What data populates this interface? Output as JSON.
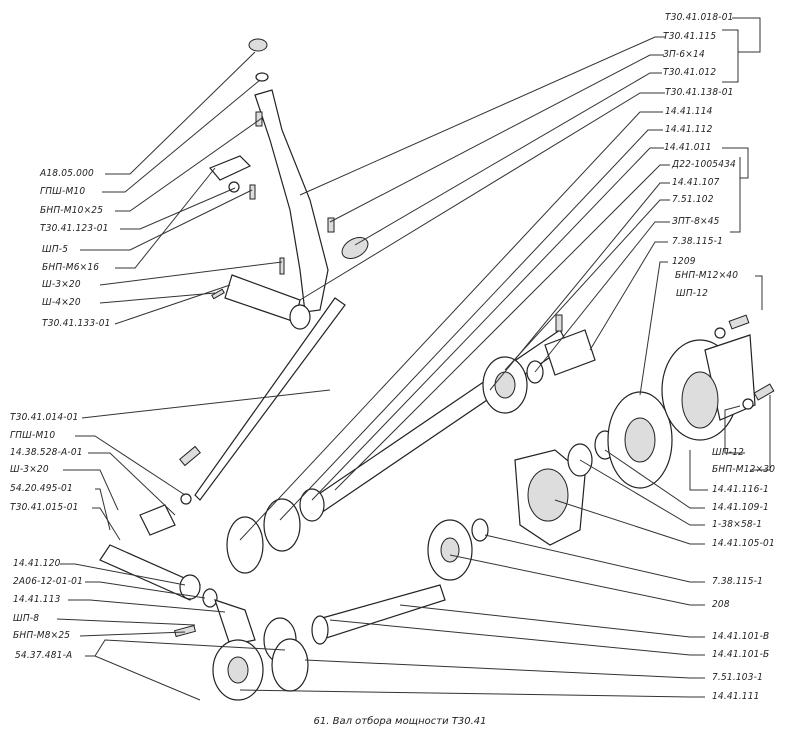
{
  "caption": "61. Вал отбора мощности   Т30.41",
  "labels_left": [
    "А18.05.000",
    "ГПШ-М10",
    "БНП-М10×25",
    "Т30.41.123-01",
    "ШП-5",
    "БНП-М6×16",
    "Ш-3×20",
    "Ш-4×20",
    "Т30.41.133-01",
    "Т30.41.014-01",
    "ГПШ-М10",
    "14.38.528-А-01",
    "Ш-3×20",
    "54.20.495-01",
    "Т30.41.015-01",
    "14.41.120",
    "2А06-12-01-01",
    "14.41.113",
    "ШП-8",
    "БНП-М8×25",
    "54.37.481-А"
  ],
  "labels_right": [
    "Т30.41.018-01",
    "Т30.41.115",
    "ЗП-6×14",
    "Т30.41.012",
    "Т30.41.138-01",
    "14.41.114",
    "14.41.112",
    "14.41.011",
    "Д22-1005434",
    "14.41.107",
    "7.51.102",
    "ЗПТ-8×45",
    "7.38.115-1",
    "1209",
    "БНП-М12×40",
    "ШП-12",
    "ШП-12",
    "БНП-М12×30",
    "14.41.116-1",
    "14.41.109-1",
    "1-38×58-1",
    "14.41.105-01",
    "7.38.115-1",
    "208",
    "14.41.101-В",
    "14.41.101-Б",
    "7.51.103-1",
    "14.41.111"
  ]
}
